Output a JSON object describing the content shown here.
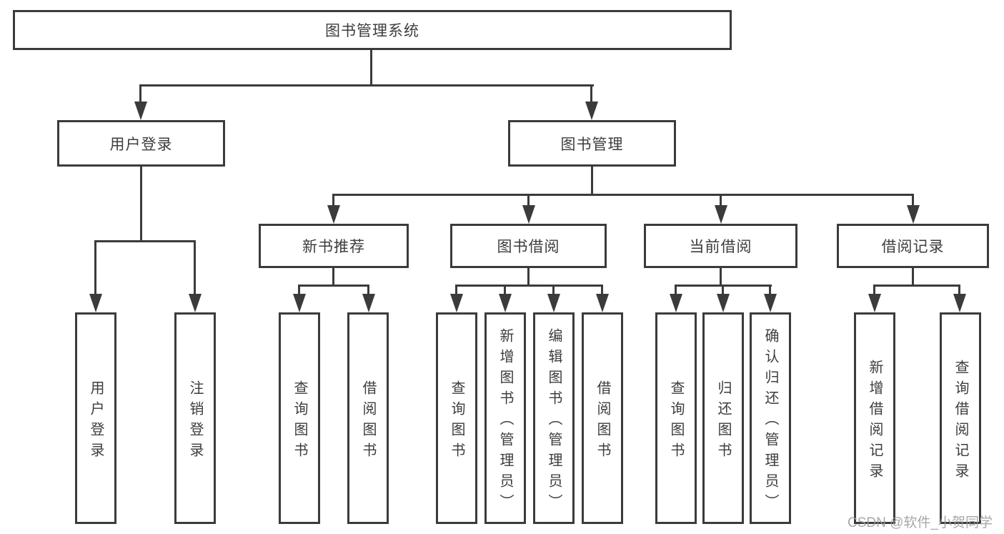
{
  "colors": {
    "line": "#3b3b3b",
    "text": "#3d3d3d",
    "watermark": "#9c9c9c",
    "background": "#ffffff"
  },
  "watermark": "CSDN @软件_小贺同学",
  "tree": {
    "label": "图书管理系统",
    "children": [
      {
        "label": "用户登录",
        "children": [
          {
            "label": "用户登录"
          },
          {
            "label": "注销登录"
          }
        ]
      },
      {
        "label": "图书管理",
        "children": [
          {
            "label": "新书推荐",
            "children": [
              {
                "label": "查询图书"
              },
              {
                "label": "借阅图书"
              }
            ]
          },
          {
            "label": "图书借阅",
            "children": [
              {
                "label": "查询图书"
              },
              {
                "label": "新增图书（管理员）"
              },
              {
                "label": "编辑图书（管理员）"
              },
              {
                "label": "借阅图书"
              }
            ]
          },
          {
            "label": "当前借阅",
            "children": [
              {
                "label": "查询图书"
              },
              {
                "label": "归还图书"
              },
              {
                "label": "确认归还（管理员）"
              }
            ]
          },
          {
            "label": "借阅记录",
            "children": [
              {
                "label": "新增借阅记录"
              },
              {
                "label": "查询借阅记录"
              }
            ]
          }
        ]
      }
    ]
  }
}
